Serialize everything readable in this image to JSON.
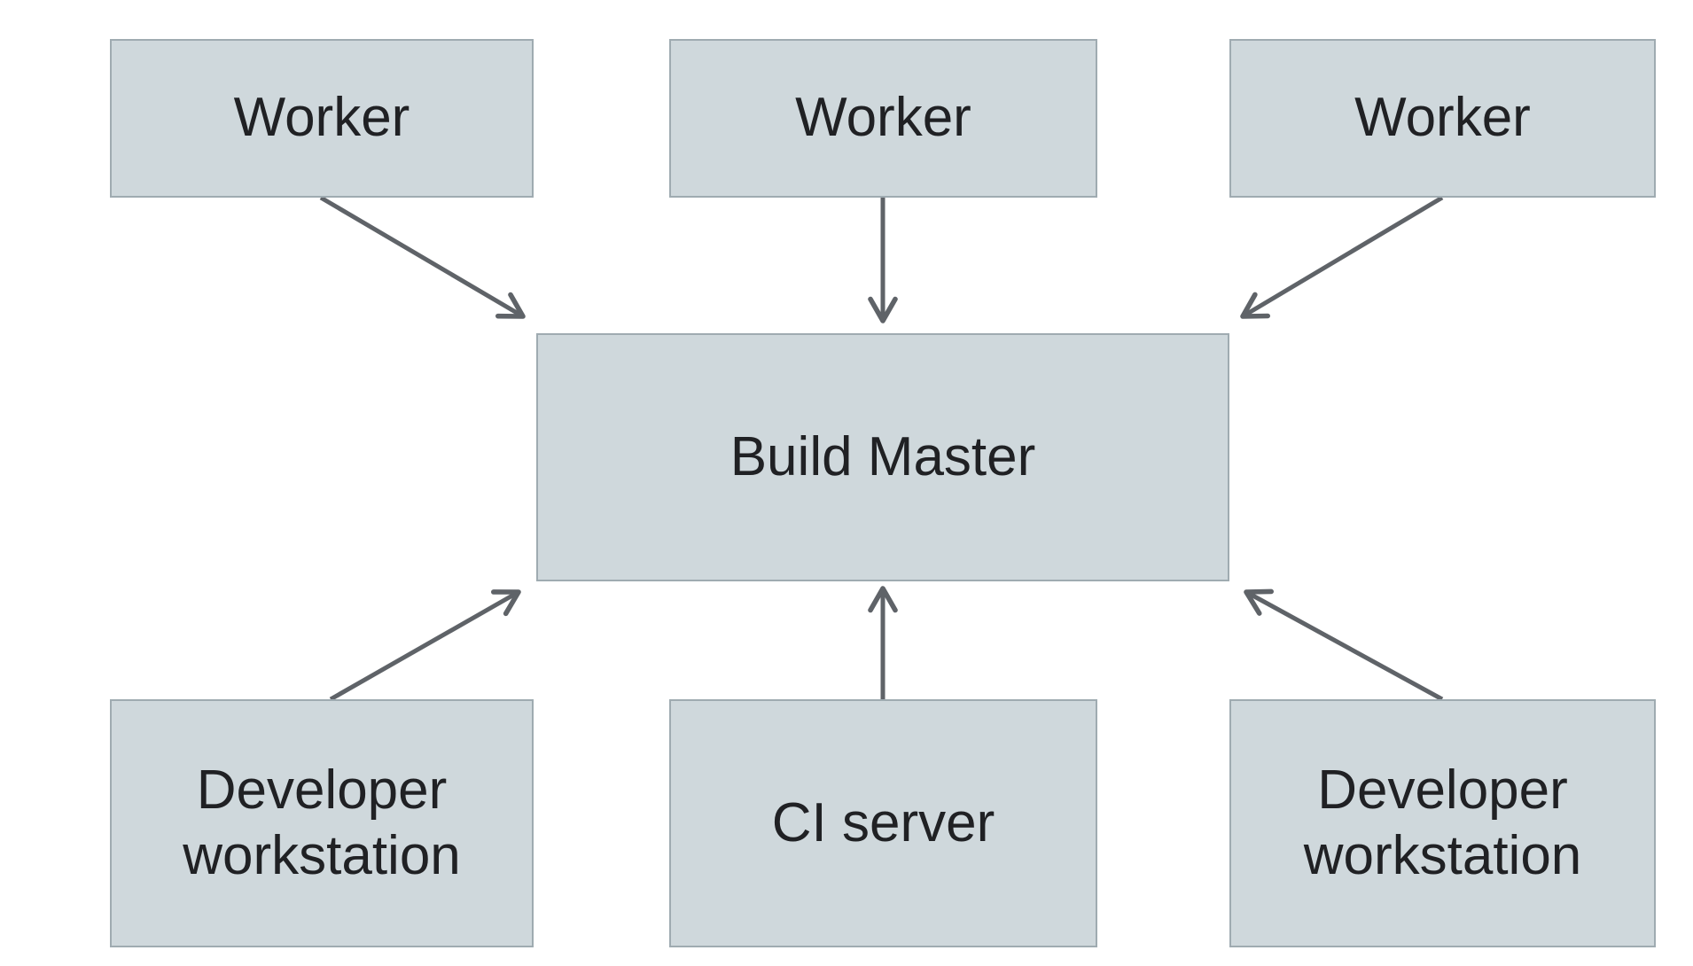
{
  "diagram": {
    "nodes": [
      {
        "id": "worker-1",
        "label": "Worker"
      },
      {
        "id": "worker-2",
        "label": "Worker"
      },
      {
        "id": "worker-3",
        "label": "Worker"
      },
      {
        "id": "build-master",
        "label": "Build Master"
      },
      {
        "id": "developer-workstation-left",
        "label": "Developer workstation"
      },
      {
        "id": "ci-server",
        "label": "CI server"
      },
      {
        "id": "developer-workstation-right",
        "label": "Developer workstation"
      }
    ],
    "edges": [
      {
        "from": "worker-1",
        "to": "build-master"
      },
      {
        "from": "worker-2",
        "to": "build-master"
      },
      {
        "from": "worker-3",
        "to": "build-master"
      },
      {
        "from": "developer-workstation-left",
        "to": "build-master"
      },
      {
        "from": "ci-server",
        "to": "build-master"
      },
      {
        "from": "developer-workstation-right",
        "to": "build-master"
      }
    ],
    "colors": {
      "background": "#ffffff",
      "node_fill": "#cfd8dc",
      "node_border": "#9fabb1",
      "arrow": "#5f6368",
      "text": "#202124"
    }
  }
}
